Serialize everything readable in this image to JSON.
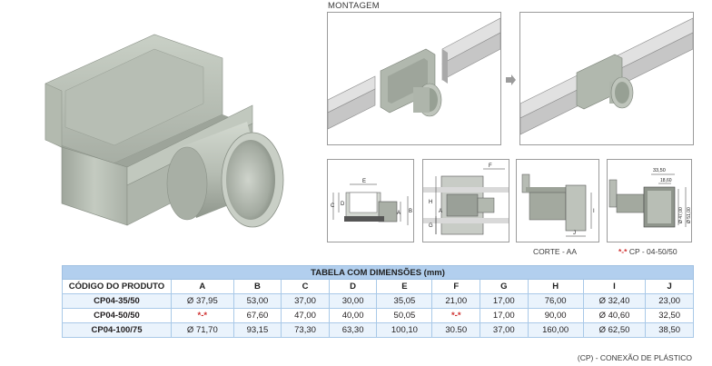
{
  "montagem": {
    "title": "MONTAGEM"
  },
  "details": {
    "section_label": "CORTE - AA",
    "cp_marker": "*-*",
    "cp_label": "CP - 04-50/50",
    "d1_labels": {
      "E": "E",
      "C": "C",
      "D": "D",
      "A": "A",
      "B": "B"
    },
    "d2_labels": {
      "F": "F",
      "H": "H",
      "A": "A",
      "G": "G"
    },
    "d3_labels": {
      "I": "I",
      "J": "J"
    },
    "d4_labels": {
      "w": "33,50",
      "n": "18,60",
      "d1": "Ø 47,00",
      "d2": "Ø 51,00"
    }
  },
  "table": {
    "title": "TABELA COM DIMENSÕES (mm)",
    "headers": [
      "CÓDIGO DO PRODUTO",
      "A",
      "B",
      "C",
      "D",
      "E",
      "F",
      "G",
      "H",
      "I",
      "J"
    ],
    "rows": [
      [
        "CP04-35/50",
        "Ø 37,95",
        "53,00",
        "37,00",
        "30,00",
        "35,05",
        "21,00",
        "17,00",
        "76,00",
        "Ø 32,40",
        "23,00"
      ],
      [
        "CP04-50/50",
        "*-*",
        "67,60",
        "47,00",
        "40,00",
        "50,05",
        "*-*",
        "17,00",
        "90,00",
        "Ø 40,60",
        "32,50"
      ],
      [
        "CP04-100/75",
        "Ø 71,70",
        "93,15",
        "73,30",
        "63,30",
        "100,10",
        "30.50",
        "37,00",
        "160,00",
        "Ø 62,50",
        "38,50"
      ]
    ]
  },
  "footnote": "(CP) - CONEXÃO  DE PLÁSTICO",
  "colors": {
    "plastic": "#b9c0b6",
    "table_header": "#b2cfee",
    "table_stripe": "#eaf3fc",
    "marker_red": "#d0302f",
    "channel": "#c4c4c4"
  }
}
